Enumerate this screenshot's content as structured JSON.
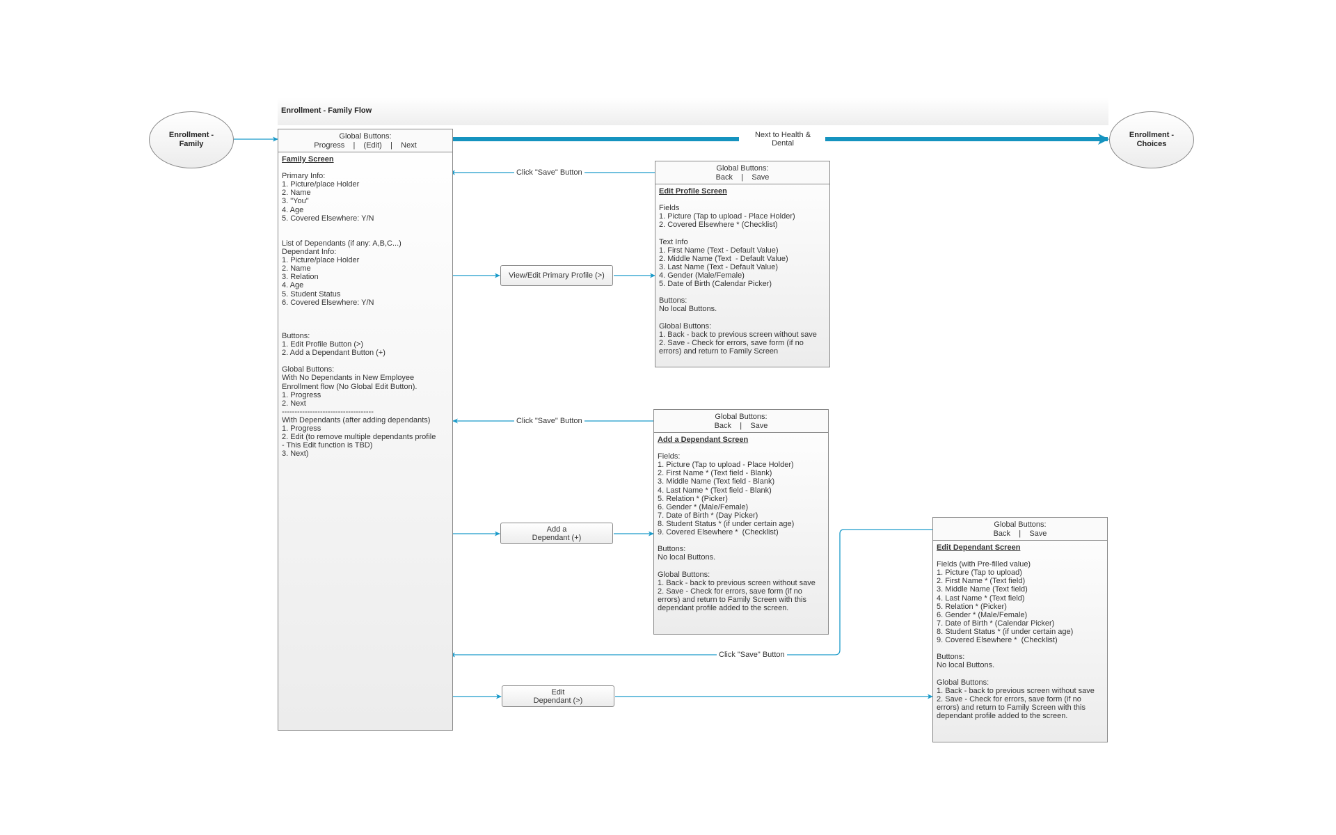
{
  "diagram_title": "Enrollment - Family Flow",
  "start_node": "Enrollment -\nFamily",
  "end_node": "Enrollment -\nChoices",
  "next_label": "Next to Health &\nDental",
  "family_screen": {
    "header": "Global Buttons:\nProgress    |    (Edit)    |    Next",
    "title": "Family Screen",
    "body": "\nPrimary Info:\n1. Picture/place Holder\n2. Name\n3. \"You\"\n4. Age\n5. Covered Elsewhere: Y/N\n\n\nList of Dependants (if any: A,B,C...)\nDependant Info:\n1. Picture/place Holder\n2. Name\n3. Relation\n4. Age\n5. Student Status\n6. Covered Elsewhere: Y/N\n\n\n\nButtons:\n1. Edit Profile Button (>)\n2. Add a Dependant Button (+)\n\nGlobal Buttons:\nWith No Dependants in New Employee\nEnrollment flow (No Global Edit Button).\n1. Progress\n2. Next\n------------------------------------\nWith Dependants (after adding dependants)\n1. Progress\n2. Edit (to remove multiple dependants profile\n- This Edit function is TBD)\n3. Next)"
  },
  "edit_profile_screen": {
    "header": "Global Buttons:\nBack    |    Save",
    "title": "Edit Profile Screen",
    "body": "\nFields\n1. Picture (Tap to upload - Place Holder)\n2. Covered Elsewhere * (Checklist)\n\nText Info\n1. First Name (Text - Default Value)\n2. Middle Name (Text  - Default Value)\n3. Last Name (Text - Default Value)\n4. Gender (Male/Female)\n5. Date of Birth (Calendar Picker)\n\nButtons:\nNo local Buttons.\n\nGlobal Buttons:\n1. Back - back to previous screen without save\n2. Save - Check for errors, save form (if no\nerrors) and return to Family Screen"
  },
  "add_dependant_screen": {
    "header": "Global Buttons:\nBack    |    Save",
    "title": "Add a Dependant Screen",
    "body": "\nFields:\n1. Picture (Tap to upload - Place Holder)\n2. First Name * (Text field - Blank)\n3. Middle Name (Text field - Blank)\n4. Last Name * (Text field - Blank)\n5. Relation * (Picker)\n6. Gender * (Male/Female)\n7. Date of Birth * (Day Picker)\n8. Student Status * (if under certain age)\n9. Covered Elsewhere *  (Checklist)\n\nButtons:\nNo local Buttons.\n\nGlobal Buttons:\n1. Back - back to previous screen without save\n2. Save - Check for errors, save form (if no\nerrors) and return to Family Screen with this\ndependant profile added to the screen."
  },
  "edit_dependant_screen": {
    "header": "Global Buttons:\nBack    |    Save",
    "title": "Edit Dependant Screen",
    "body": "\nFields (with Pre-filled value)\n1. Picture (Tap to upload)\n2. First Name * (Text field)\n3. Middle Name (Text field)\n4. Last Name * (Text field)\n5. Relation * (Picker)\n6. Gender * (Male/Female)\n7. Date of Birth * (Calendar Picker)\n8. Student Status * (if under certain age)\n9. Covered Elsewhere *  (Checklist)\n\nButtons:\nNo local Buttons.\n\nGlobal Buttons:\n1. Back - back to previous screen without save\n2. Save - Check for errors, save form (if no\nerrors) and return to Family Screen with this\ndependant profile added to the screen."
  },
  "buttons": {
    "view_edit_primary": "View/Edit Primary Profile (>)",
    "add_dependant": "Add a\nDependant (+)",
    "edit_dependant": "Edit\nDependant (>)"
  },
  "edge_labels": {
    "save_1": "Click \"Save\" Button",
    "save_2": "Click \"Save\" Button",
    "save_3": "Click \"Save\" Button"
  },
  "colors": {
    "connector": "#1a9ac9",
    "next_arrow": "#1593bf"
  }
}
